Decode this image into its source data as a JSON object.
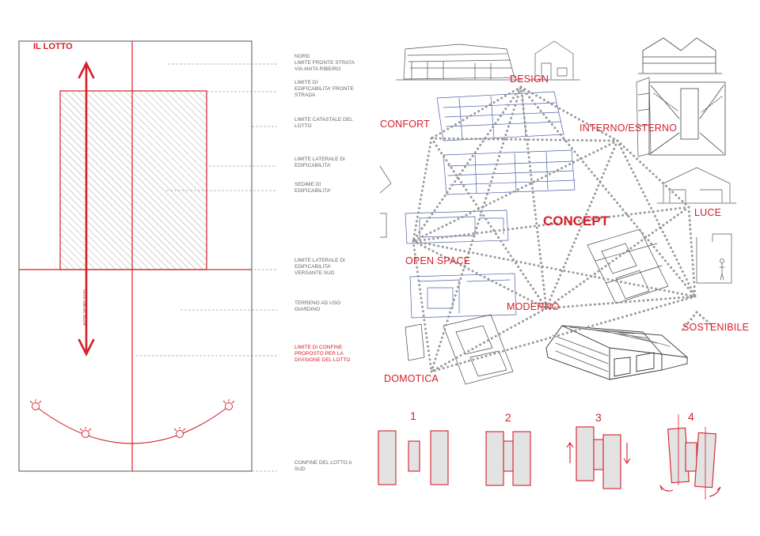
{
  "lot": {
    "title": "IL LOTTO",
    "axis_label": "ASSE NORD SUD",
    "labels": [
      {
        "key": "nord",
        "lines": [
          "NORD",
          "LIMITE FRONTE STRATA",
          "VIA ANITA RIBEIRO"
        ],
        "color": "gray"
      },
      {
        "key": "edif_fronte",
        "lines": [
          "LIMITE DI",
          "EDIFICABILITA' FRONTE",
          "STRADA"
        ],
        "color": "gray"
      },
      {
        "key": "catastale",
        "lines": [
          "LIMITE CATASTALE DEL",
          "LOTTO"
        ],
        "color": "gray"
      },
      {
        "key": "laterale",
        "lines": [
          "LIMITE LATERALE  DI",
          "EDIFICABILITA'"
        ],
        "color": "gray"
      },
      {
        "key": "sedime",
        "lines": [
          "SEDIME DI",
          "EDIFICABILITA'"
        ],
        "color": "gray"
      },
      {
        "key": "laterale_sud",
        "lines": [
          "LIMITE LATERALE  DI",
          "EDIFICABILITA'",
          "VERSANTE SUD"
        ],
        "color": "gray"
      },
      {
        "key": "giardino",
        "lines": [
          "TERRENO AD USO",
          "GIARDINO"
        ],
        "color": "gray"
      },
      {
        "key": "confine",
        "lines": [
          "LIMITE DI CONFINE",
          "PROPOSTO PER LA",
          "DIVISIONE DEL LOTTO"
        ],
        "color": "red"
      },
      {
        "key": "confine_sud",
        "lines": [
          "CONFINE DEL LOTTO A",
          "SUD"
        ],
        "color": "gray"
      }
    ]
  },
  "concept": {
    "center": "CONCEPT",
    "keywords": [
      "DESIGN",
      "CONFORT",
      "INTERNO/ESTERNO",
      "LUCE",
      "OPEN SPACE",
      "MODERNO",
      "SOSTENIBILE",
      "DOMOTICA"
    ]
  },
  "steps": [
    "1",
    "2",
    "3",
    "4"
  ],
  "colors": {
    "accent": "#d4202a",
    "hatch": "#888888",
    "sketch": "#555555",
    "sketch_blue": "#4a5fa8",
    "dots": "#9a9a9a",
    "volume_fill": "#e3e3e3"
  }
}
